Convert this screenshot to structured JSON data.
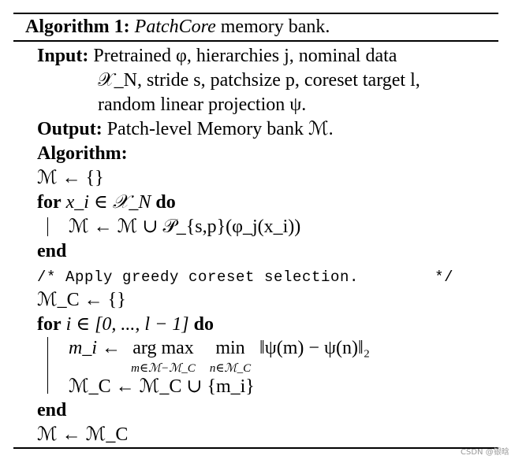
{
  "header": {
    "label": "Algorithm 1:",
    "name": "PatchCore",
    "rest": " memory bank."
  },
  "input": {
    "label": "Input:",
    "line1": "Pretrained φ, hierarchies j, nominal data",
    "line2": "𝒳_N, stride s, patchsize p, coreset target l,",
    "line3": "random linear projection ψ."
  },
  "output": {
    "label": "Output:",
    "text": "Patch-level Memory bank ℳ."
  },
  "algorithm_label": "Algorithm:",
  "steps": {
    "init": "ℳ ← {}",
    "for1_kw": "for",
    "for1_cond": "x_i ∈ 𝒳_N",
    "for1_do": "do",
    "for1_body": "ℳ ← ℳ ∪ 𝒫_{s,p}(φ_j(x_i))",
    "end1": "end",
    "comment": "/* Apply greedy coreset selection.        */",
    "init_c": "ℳ_C ← {}",
    "for2_kw": "for",
    "for2_cond": "i ∈ [0, ..., l − 1]",
    "for2_do": "do",
    "body2_lhs": "m_i ←",
    "body2_argmax": "arg max",
    "body2_argmax_sub": "m∈ℳ−ℳ_C",
    "body2_min": "min",
    "body2_min_sub": "n∈ℳ_C",
    "body2_norm": "‖ψ(m) − ψ(n)‖₂",
    "body2_update": "ℳ_C ← ℳ_C ∪ {m_i}",
    "end2": "end",
    "final": "ℳ ← ℳ_C"
  },
  "watermark": "CSDN @银晗"
}
